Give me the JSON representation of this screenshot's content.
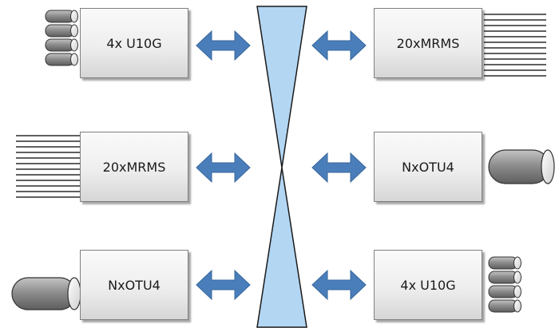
{
  "modules": {
    "left": [
      "4x U10G",
      "20xMRMS",
      "NxOTU4"
    ],
    "right": [
      "20xMRMS",
      "NxOTU4",
      "4x U10G"
    ]
  },
  "colors": {
    "arrow_fill": "#4a7ebb",
    "arrow_stroke": "#35659b",
    "hourglass_fill": "#b3d6f3",
    "cable_gray": "#8c8c8c",
    "fiber_line": "#000000"
  }
}
